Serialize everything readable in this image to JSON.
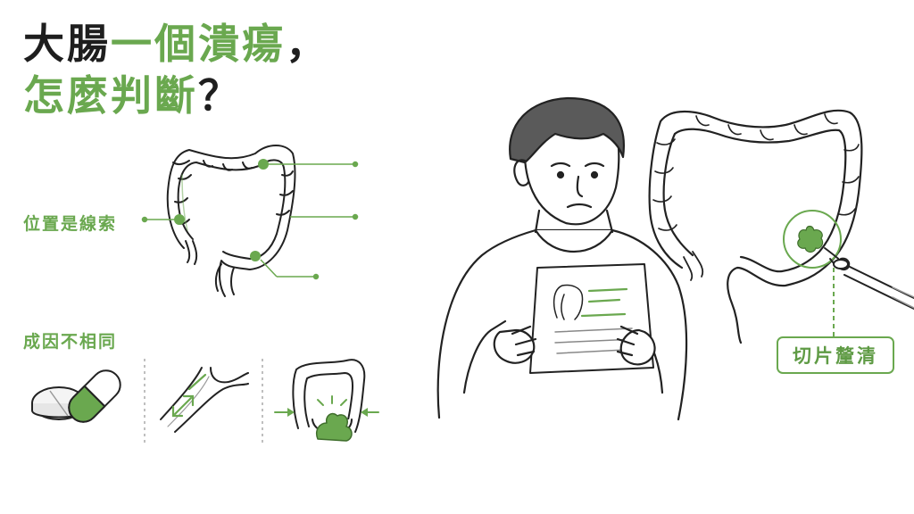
{
  "title": {
    "line1_dark": "大腸",
    "line1_green": "一個潰瘍",
    "line1_punct": "，",
    "line2_green": "怎麼判斷",
    "line2_punct": "？"
  },
  "labels": {
    "location": "位置是線索",
    "causes": "成因不相同",
    "biopsy": "切片釐清"
  },
  "icons": {
    "colon_left": "colon-icon",
    "pill": "pill-capsule-icon",
    "vessel": "blood-vessel-icon",
    "colon_stool": "colon-stool-icon",
    "person": "person-reading-report-icon",
    "colon_right": "colon-biopsy-icon",
    "forceps": "biopsy-forceps-icon"
  },
  "colors": {
    "accent": "#6aa84f",
    "ink": "#1e1e1e"
  }
}
